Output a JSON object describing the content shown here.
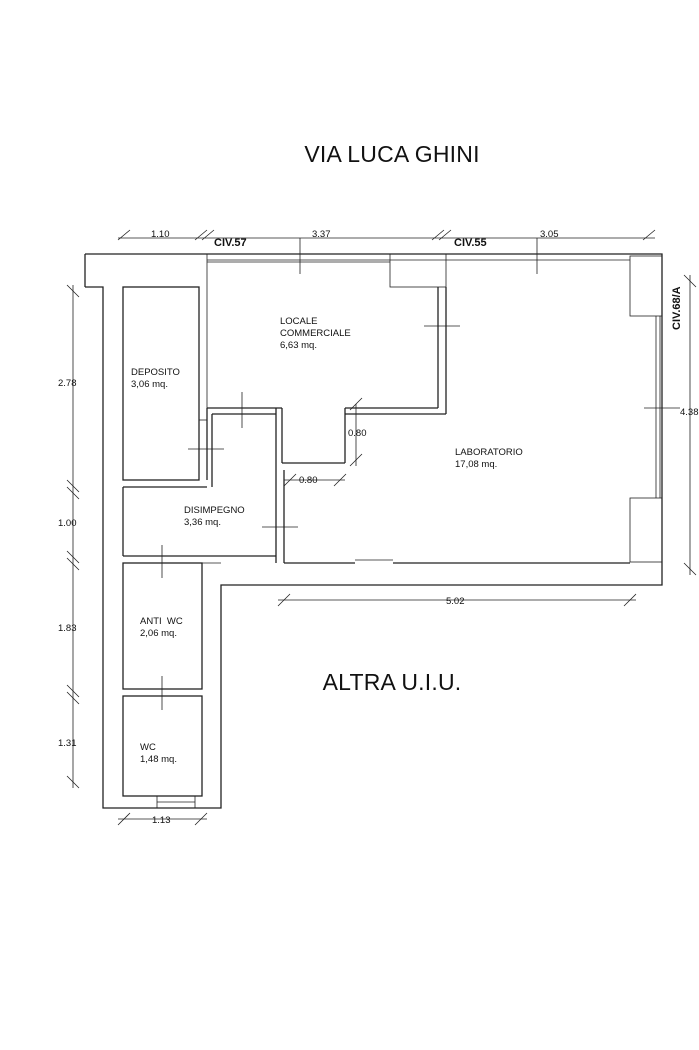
{
  "labels": {
    "street": "VIA LUCA GHINI",
    "other_unit": "ALTRA U.I.U.",
    "civ_57": "CIV.57",
    "civ_55": "CIV.55",
    "civ_68a": "CIV.68/A"
  },
  "rooms": {
    "locale": {
      "name_line1": "LOCALE",
      "name_line2": "COMMERCIALE",
      "area": "6,63 mq."
    },
    "deposito": {
      "name": "DEPOSITO",
      "area": "3,06 mq."
    },
    "laboratorio": {
      "name": "LABORATORIO",
      "area": "17,08 mq."
    },
    "disimpegno": {
      "name": "DISIMPEGNO",
      "area": "3,36 mq."
    },
    "anti_wc": {
      "name": "ANTI  WC",
      "area": "2,06 mq."
    },
    "wc": {
      "name": "WC",
      "area": "1,48 mq."
    }
  },
  "dimensions": {
    "top_1": "1.10",
    "top_2": "3.37",
    "top_3": "3.05",
    "left_1": "2.78",
    "left_2": "1.00",
    "left_3": "1.83",
    "left_4": "1.31",
    "right": "4.38",
    "bottom_lab": "5.02",
    "bottom_wc": "1.13",
    "opening_v": "0.80",
    "opening_h": "0.80"
  }
}
